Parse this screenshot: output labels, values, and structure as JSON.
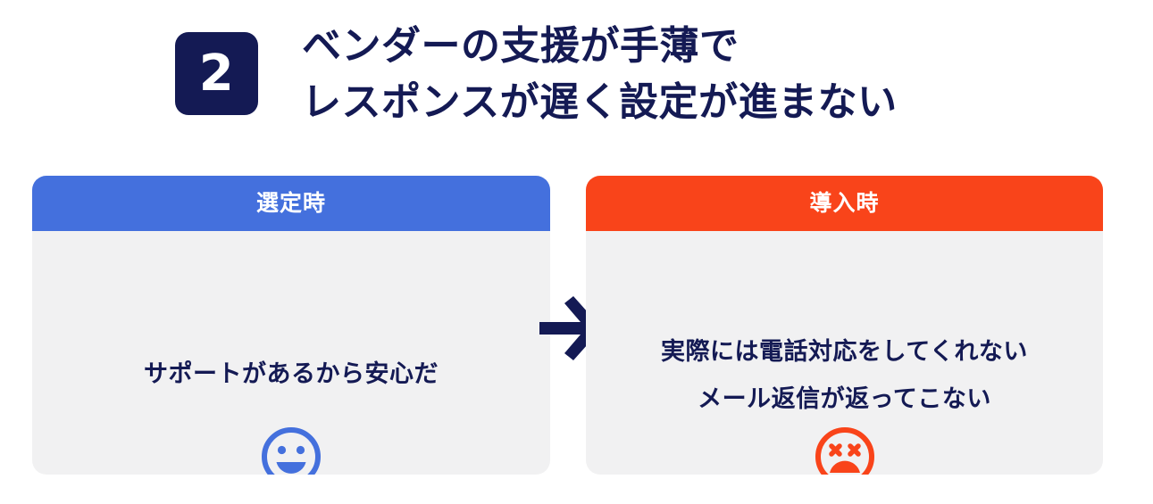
{
  "header": {
    "badge_number": "2",
    "title_lines": [
      "ベンダーの支援が手薄で",
      "レスポンスが遅く設定が進まない"
    ],
    "badge_bg_color": "#141a54",
    "title_color": "#141a54"
  },
  "arrow": {
    "icon": "arrow-right-icon",
    "color": "#141a54"
  },
  "cards": [
    {
      "id": "selection-phase",
      "header_label": "選定時",
      "header_color": "#4470dd",
      "body_color": "#f1f1f2",
      "text_color": "#141a54",
      "lines": [
        "サポートがあるから安心だ"
      ],
      "face_icon": "smiley-happy-icon",
      "face_color": "#4470dd"
    },
    {
      "id": "implementation-phase",
      "header_label": "導入時",
      "header_color": "#f9441a",
      "body_color": "#f1f1f2",
      "text_color": "#141a54",
      "lines": [
        "実際には電話対応をしてくれない",
        "メール返信が返ってこない"
      ],
      "face_icon": "smiley-dead-sad-icon",
      "face_color": "#f9441a"
    }
  ]
}
